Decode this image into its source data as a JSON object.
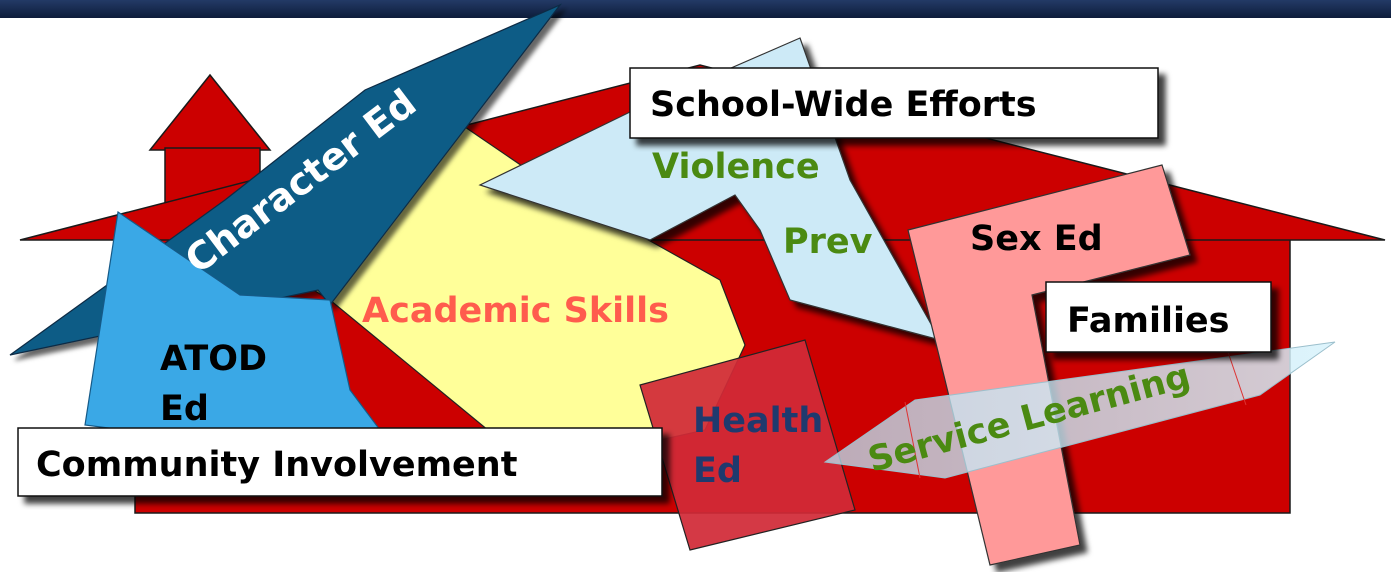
{
  "labels": {
    "school_wide": "School-Wide Efforts",
    "character": "Character Ed",
    "violence": "Violence",
    "prev": "Prev",
    "sex_ed": "Sex Ed",
    "families": "Families",
    "academic": "Academic Skills",
    "atod_line1": "ATOD",
    "atod_line2": "Ed",
    "health_line1": "Health",
    "health_line2": "Ed",
    "community": "Community Involvement",
    "service": "Service Learning"
  },
  "colors": {
    "top_bar": "#15294f",
    "house_red": "#cc0000",
    "house_outline": "#1a1a1a",
    "character_blue": "#0f5b86",
    "light_blue": "#cdeaf7",
    "atod_blue": "#3aa8e6",
    "yellow": "#ffff99",
    "pink": "#ff9999",
    "health_red": "#d12a37",
    "green_text": "#4b8a12",
    "navy_text": "#1f3a6e",
    "coral_text": "#ff5c4d"
  }
}
